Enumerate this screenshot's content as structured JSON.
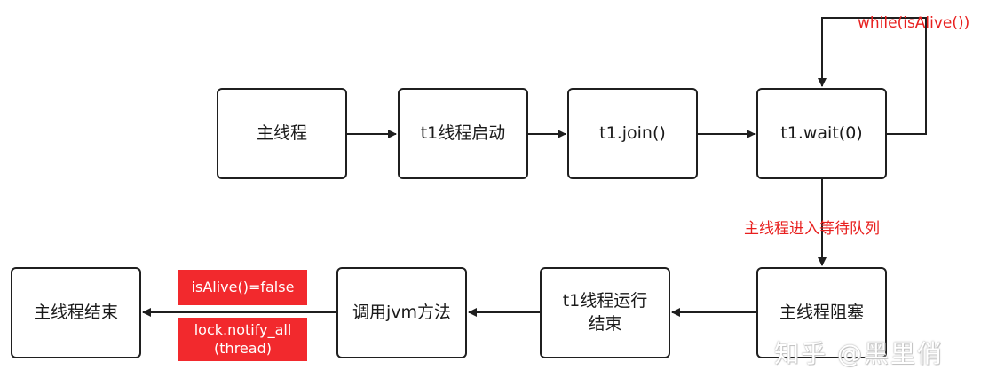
{
  "nodes": {
    "main_thread": "主线程",
    "t1_start": "t1线程启动",
    "t1_join": "t1.join()",
    "t1_wait": "t1.wait(0)",
    "main_blocked": "主线程阻塞",
    "t1_end": "t1线程运行结束",
    "call_jvm": "调用jvm方法",
    "main_end": "主线程结束"
  },
  "labels": {
    "loop": "while(isAlive())",
    "wait_queue": "主线程进入等待队列",
    "is_alive_false": "isAlive()=false",
    "notify_line1": "lock.notify_all",
    "notify_line2": "(thread)"
  },
  "watermark": "知乎 @黑里俏",
  "colors": {
    "accent_red": "#f2292d",
    "label_red": "#e8201f",
    "line": "#1f1f1f"
  }
}
